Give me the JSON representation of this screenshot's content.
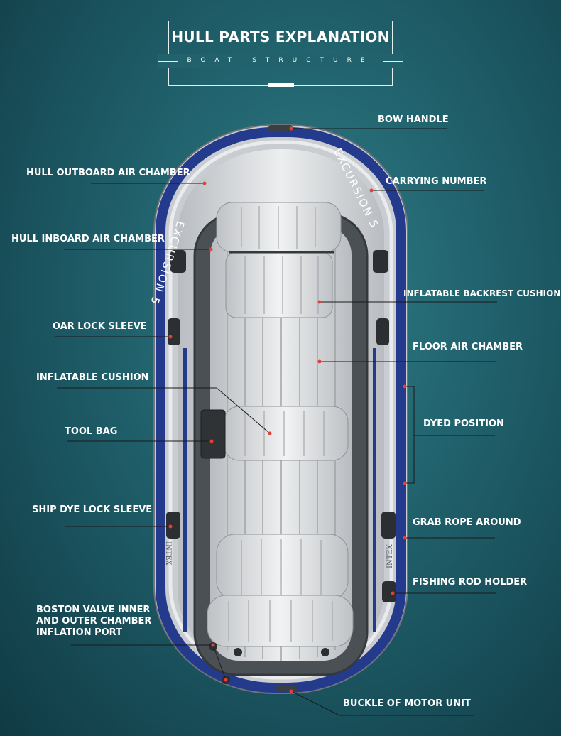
{
  "header": {
    "title": "HULL PARTS EXPLANATION",
    "subtitle": "BOAT STRUCTURE"
  },
  "boat": {
    "side_text_left": "EXCURSION 5",
    "side_text_right": "EXCURSION 5",
    "brand_left": "INTEX",
    "brand_right": "INTEX"
  },
  "colors": {
    "background": "#1f5f6a",
    "hull_blue": "#243a8c",
    "hull_grey": "#d6d8da",
    "leader_line": "#1a1a1a",
    "marker_dot": "#e0403a"
  },
  "labels": {
    "bow_handle": "BOW HANDLE",
    "carrying_number": "CARRYING NUMBER",
    "hull_outboard": "HULL OUTBOARD AIR CHAMBER",
    "hull_inboard": "HULL INBOARD AIR CHAMBER",
    "backrest_cushion": "INFLATABLE BACKREST CUSHION",
    "oar_lock": "OAR LOCK SLEEVE",
    "floor_chamber": "FLOOR AIR CHAMBER",
    "inflatable_cushion": "INFLATABLE CUSHION",
    "dyed_position": "DYED POSITION",
    "tool_bag": "TOOL BAG",
    "ship_dye_lock": "SHIP DYE LOCK SLEEVE",
    "grab_rope": "GRAB ROPE AROUND",
    "fishing_rod": "FISHING ROD HOLDER",
    "boston_valve": "BOSTON VALVE INNER\nAND OUTER CHAMBER\nINFLATION PORT",
    "motor_buckle": "BUCKLE OF MOTOR UNIT"
  }
}
